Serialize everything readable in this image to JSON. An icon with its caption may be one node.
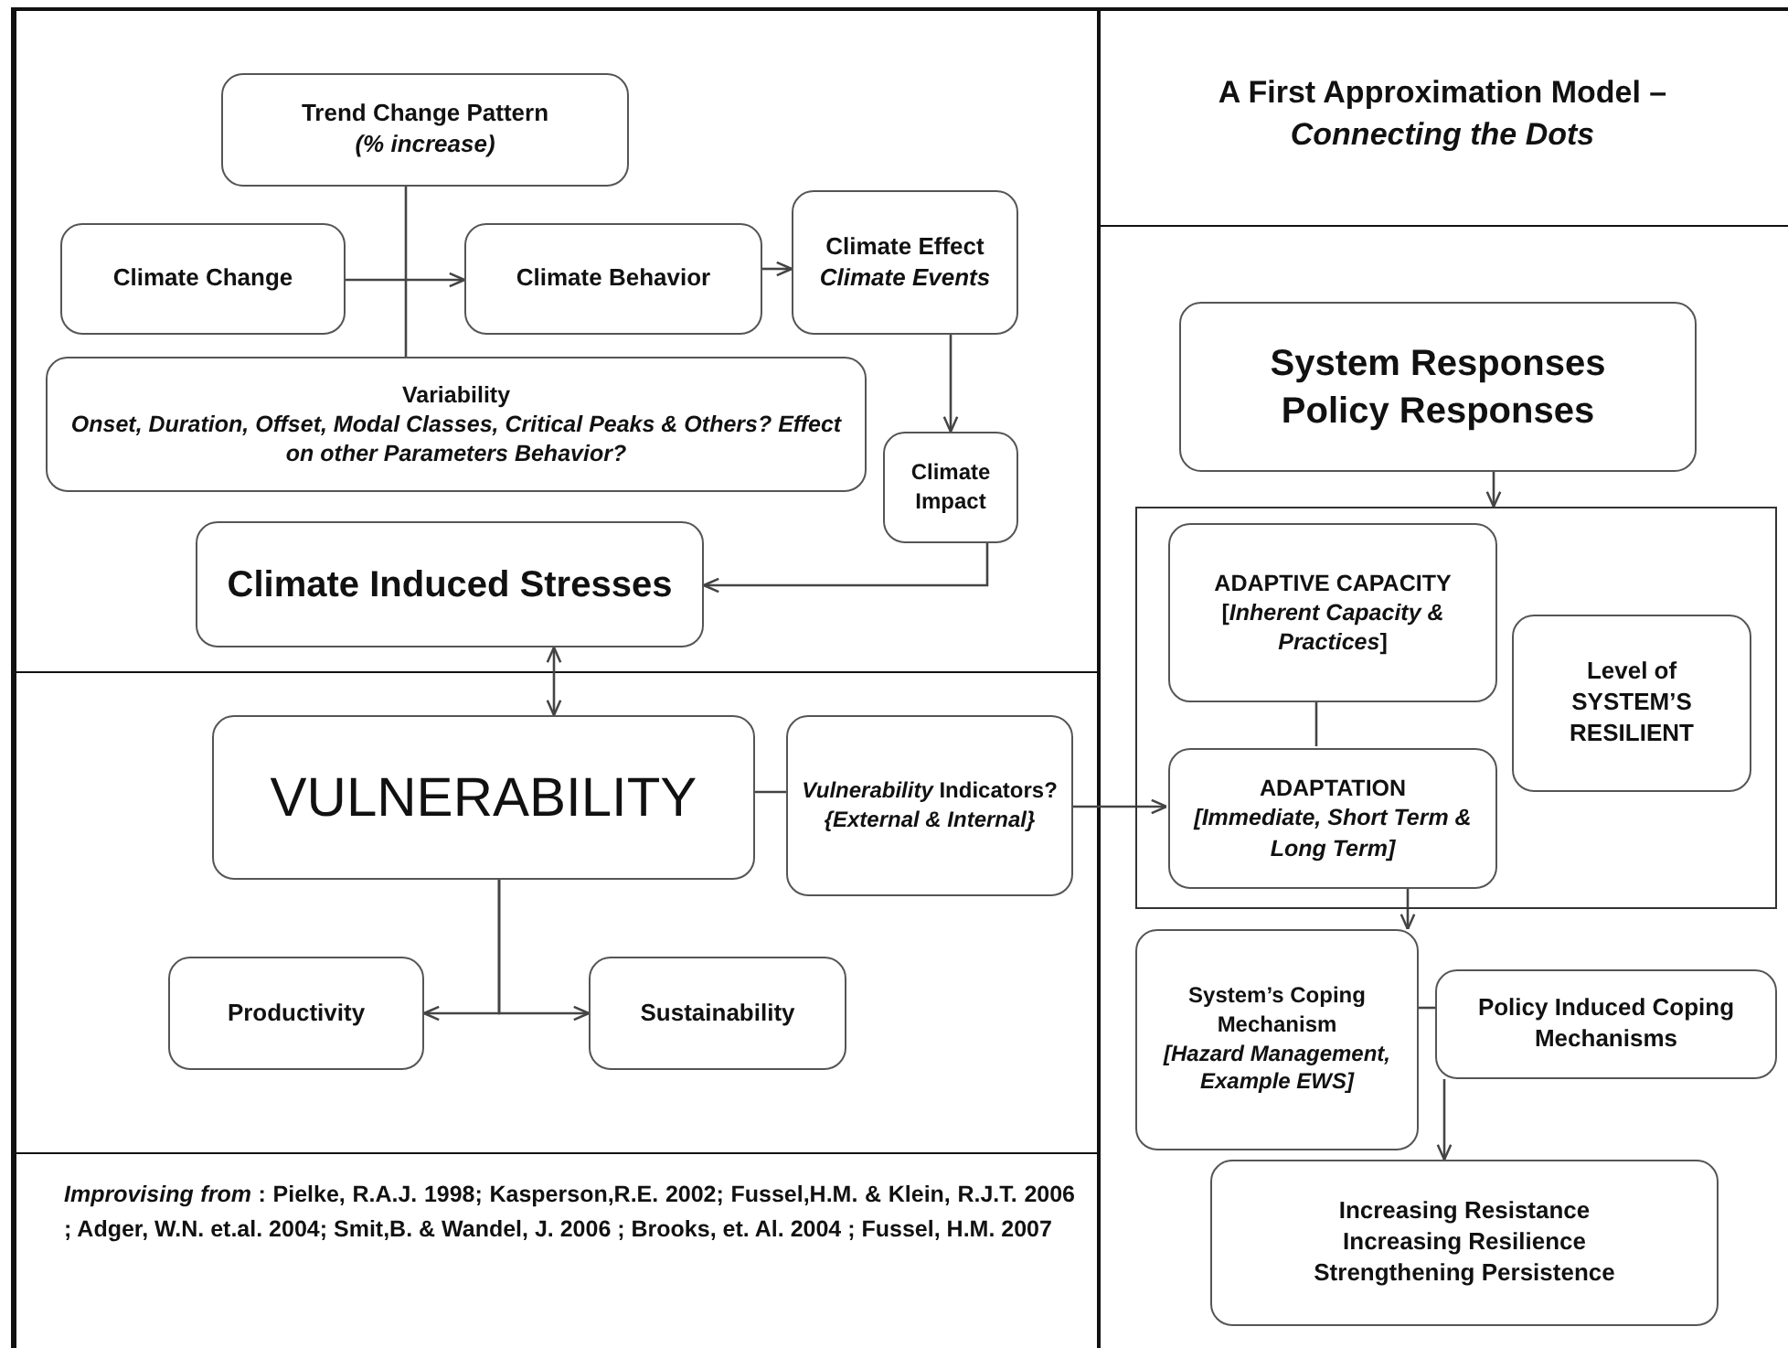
{
  "diagram": {
    "title": "A First Approximation Model – *Connecting the Dots*",
    "nodes": [
      {
        "text": [
          "Trend Change Pattern",
          "(% increase)"
        ]
      },
      {
        "text": [
          "Climate Change"
        ]
      },
      {
        "text": [
          "Climate Behavior"
        ]
      },
      {
        "text": [
          "Climate Effect",
          "Climate Events"
        ]
      },
      {
        "text": [
          "Variability",
          "Onset, Duration, Offset, Modal Classes, Critical Peaks & Others? Effect on other Parameters Behavior?"
        ]
      },
      {
        "text": [
          "Climate Impact"
        ]
      },
      {
        "text": [
          "Climate Induced Stresses"
        ]
      },
      {
        "text": [
          "VULNERABILITY"
        ]
      },
      {
        "text": [
          "*Vulnerability* Indicators?",
          "{External & Internal}"
        ]
      },
      {
        "text": [
          "Productivity"
        ]
      },
      {
        "text": [
          "Sustainability"
        ]
      },
      {
        "text": [
          "System Responses",
          "Policy Responses"
        ]
      },
      {
        "text": [],
        "shape": "box"
      },
      {
        "text": [
          "ADAPTIVE CAPACITY",
          "[*Inherent Capacity & Practices*]"
        ],
        "in": 12
      },
      {
        "text": [
          "Level of SYSTEM’S RESILIENT"
        ],
        "in": 12
      },
      {
        "text": [
          "ADAPTATION",
          "[Immediate, Short Term & Long Term]"
        ],
        "in": 12
      },
      {
        "text": [
          "System’s Coping Mechanism",
          "[Hazard Management, Example EWS]"
        ]
      },
      {
        "text": [
          "Policy Induced Coping Mechanisms"
        ]
      },
      {
        "text": [
          "Increasing Resistance",
          "Increasing Resilience",
          "Strengthening Persistence"
        ]
      }
    ],
    "edges": [
      {
        "from": 0,
        "to": 4,
        "arrow": "none"
      },
      {
        "from": 1,
        "to": 2,
        "arrow": "to"
      },
      {
        "from": 2,
        "to": 3,
        "arrow": "to"
      },
      {
        "from": 3,
        "to": 5,
        "arrow": "to"
      },
      {
        "from": 5,
        "to": 6,
        "arrow": "to"
      },
      {
        "from": 6,
        "to": 7,
        "arrow": "both"
      },
      {
        "from": 7,
        "to": 8,
        "arrow": "none"
      },
      {
        "from": 8,
        "to": 15,
        "arrow": "to"
      },
      {
        "from": 7,
        "to": 9,
        "arrow": "to"
      },
      {
        "from": 7,
        "to": 10,
        "arrow": "to"
      },
      {
        "from": 11,
        "to": 12,
        "arrow": "to"
      },
      {
        "from": 13,
        "to": 15,
        "arrow": "none"
      },
      {
        "from": 15,
        "to": 16,
        "arrow": "to"
      },
      {
        "from": 16,
        "to": 17,
        "arrow": "none"
      },
      {
        "from": 17,
        "to": 18,
        "arrow": "to"
      }
    ],
    "labels": [
      "*Improvising from* : Pielke, R.A.J. 1998; Kasperson,R.E. 2002; Fussel,H.M. & Klein, R.J.T. 2006 ; Adger, W.N. et.al. 2004; Smit,B. & Wandel, J. 2006 ; Brooks, et. Al. 2004 ; Fussel, H.M. 2007"
    ]
  }
}
